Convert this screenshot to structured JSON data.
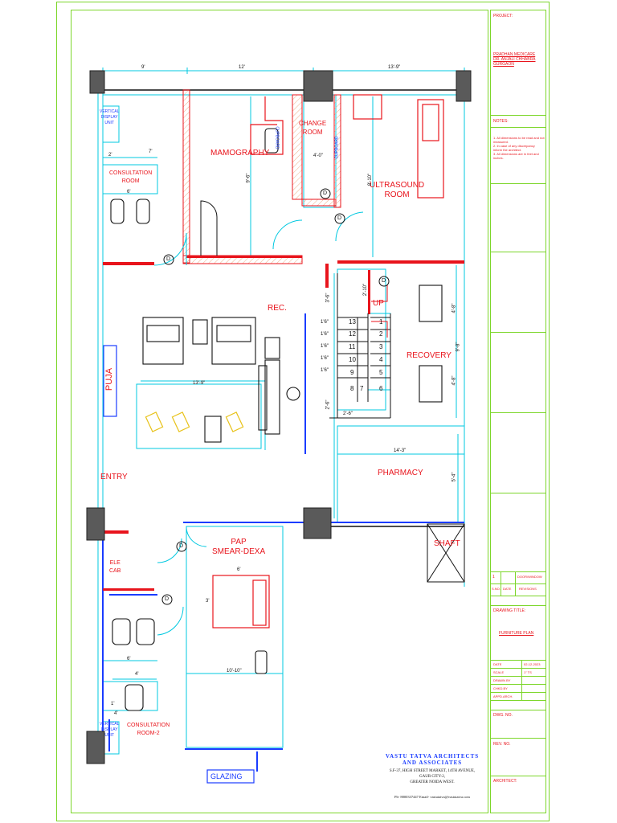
{
  "rooms": {
    "mamography": "MAMOGRAPHY",
    "change_room": "CHANGE\nROOM",
    "ultrasound": "ULTRASOUND\nROOM",
    "consultation": "CONSULTATION\nROOM",
    "rec": "REC.",
    "puja": "PUJA",
    "up": "UP",
    "recovery": "RECOVERY",
    "entry": "ENTRY",
    "pharmacy": "PHARMACY",
    "pap": "PAP\nSMEAR-DEXA",
    "ele_cab": "ELE\nCAB",
    "shaft": "SHAFT",
    "consultation2": "CONSULTATION\nROOM-2",
    "glazing": "GLAZING"
  },
  "furniture": {
    "vertical_display_top": "VERTICAL\nDISPLAY\nUNIT",
    "vertical_display_bottom": "VERTICAL\nDISPLAY\nUNIT",
    "cupboard_1": "CUPBOARD",
    "cupboard_2": "CUPBOARD"
  },
  "dimensions": {
    "top_9": "9'",
    "top_12": "12'",
    "top_13_9": "13'-9\"",
    "d_2": "2'",
    "d_7": "7'",
    "d_6": "6'",
    "d_6b": "6'",
    "d_9_6": "9'-6\"",
    "d_4_0": "4'-0\"",
    "d_8_10": "8'-10\"",
    "d_3_6": "3'-6\"",
    "d_2_10": "2'-10\"",
    "d_13_9": "13'-9\"",
    "d_4_8": "4'-8\"",
    "d_4_8b": "4'-8\"",
    "d_9_8": "9'-8\"",
    "d_2_6": "2'-6\"",
    "d_2_6b": "2'-6\"",
    "d_14_3": "14'-3\"",
    "d_5_4": "5'-4\"",
    "d_6c": "6'",
    "d_3": "3'",
    "d_6d": "6'",
    "d_4": "4'",
    "d_10_10": "10'-10\"",
    "d_1": "1'",
    "d_4b": "4'"
  },
  "stairs_left": [
    "13",
    "12",
    "11",
    "10",
    "9",
    "8"
  ],
  "stairs_right": [
    "1",
    "2",
    "3",
    "4",
    "5",
    "6"
  ],
  "stair_mid": "7",
  "stair_treads": [
    "1'6\"",
    "1'6\"",
    "1'6\"",
    "1'6\"",
    "1'6\""
  ],
  "door_tag": "D",
  "title_block": {
    "project_label": "PROJECT:",
    "project_name": "PRADHAN MEDICARE\nDR. ANJALI CHHABRA\nGURGAON",
    "notes_label": "NOTES:",
    "notes": "1. All dimensions to be read and not measured.\n2. In case of any discrepancy inform the architect.\n3. All dimensions are in feet and inches.",
    "legend_row1": [
      "1",
      "",
      "DOOR/WINDOW"
    ],
    "legend_row2": [
      "S.NO.",
      "DATE",
      "REVISIONS"
    ],
    "drawing_title_label": "DRAWING TITLE:",
    "drawing_title": "FURNITURE PLAN",
    "date_label": "DATE",
    "date_value": "02-12-2023",
    "scale_label": "SCALE",
    "scale_value": "1\" TS",
    "drawn_label": "DRAWN BY",
    "checked_label": "CHKD.BY",
    "approved_label": "APPD.ARCH.",
    "dwg_no_label": "DWG. NO.",
    "rev_no_label": "REV. NO.",
    "architect_label": "ARCHITECT:"
  },
  "firm": {
    "name": "VASTU TATVA ARCHITECTS\nAND ASSOCIATES",
    "address": "S.F-37, HIGH STREET MARKET, 14TH AVENUE,\nGAUR CITY-2,\nGREATER NOIDA WEST.",
    "contact": "Ph- 8800337447  Email- vastutatva@vastutatva.com"
  },
  "colors": {
    "wall": "#e8141c",
    "cyan": "#00c8e0",
    "blue": "#1a3cff",
    "green_border": "#7cd62a",
    "label_red": "#e8141c"
  }
}
